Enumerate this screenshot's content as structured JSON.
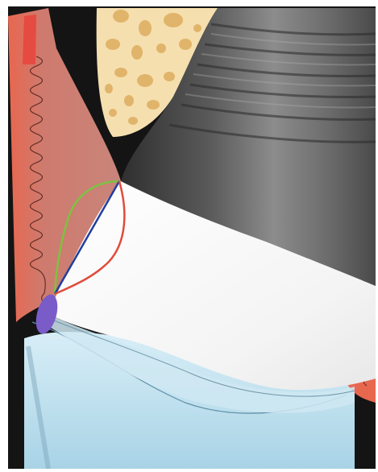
{
  "figure": {
    "type": "dental-implant-cross-section",
    "colors": {
      "frame": "#ffffff",
      "background": "#141414",
      "gingiva_outer": "#e8674f",
      "gingiva_inner": "#c9786d",
      "bone": "#f5dfaf",
      "bone_pores": "#e0b46a",
      "implant_dark": "#3b3b3b",
      "implant_light": "#8a8a8a",
      "abutment": "#ffffff",
      "crown": "#bfe0ee",
      "crown_edge": "#5f8fa6",
      "curve_green": "#7dc241",
      "curve_blue": "#1f3f9e",
      "curve_red": "#e24b3a",
      "contact_oval": "#7a5cc8"
    },
    "curves": [
      "green-emergence-profile",
      "blue-straight-profile",
      "red-concave-profile"
    ]
  }
}
